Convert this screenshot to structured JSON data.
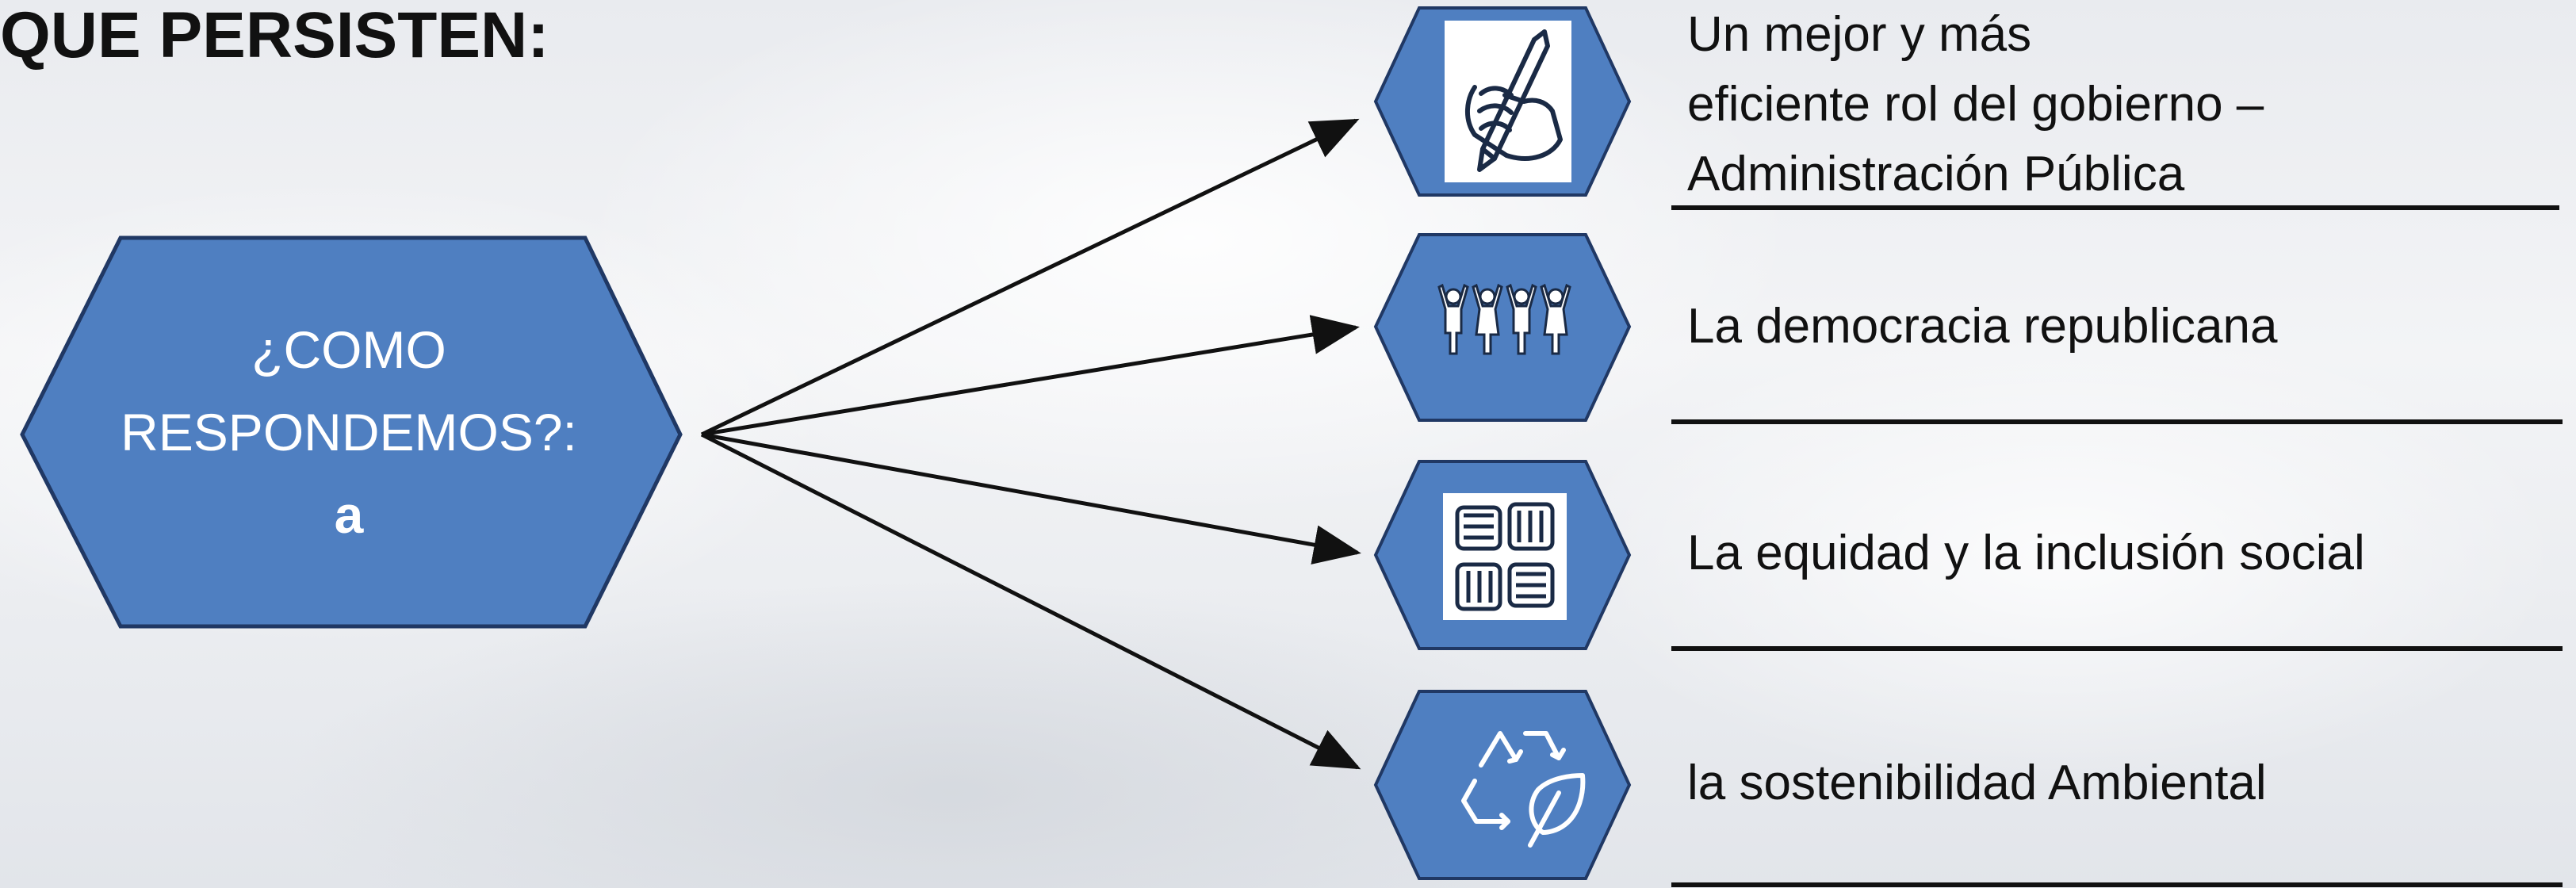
{
  "header": {
    "title": "QUE PERSISTEN:"
  },
  "center": {
    "line1": "¿COMO",
    "line2": "RESPONDEMOS?:",
    "line3": "a"
  },
  "items": [
    {
      "icon": "hand-pencil-icon",
      "lines": [
        "Un mejor y más",
        "eficiente rol del gobierno –",
        "Administración Pública"
      ]
    },
    {
      "icon": "people-raising-hands-icon",
      "lines": [
        "La democracia republicana"
      ]
    },
    {
      "icon": "joined-hands-icon",
      "lines": [
        "La equidad y la inclusión social"
      ]
    },
    {
      "icon": "recycle-leaf-icon",
      "lines": [
        "la sostenibilidad Ambiental"
      ]
    }
  ],
  "colors": {
    "hexagon_fill": "#4f7fc1",
    "hexagon_stroke": "#203864",
    "text_dark": "#111111"
  }
}
